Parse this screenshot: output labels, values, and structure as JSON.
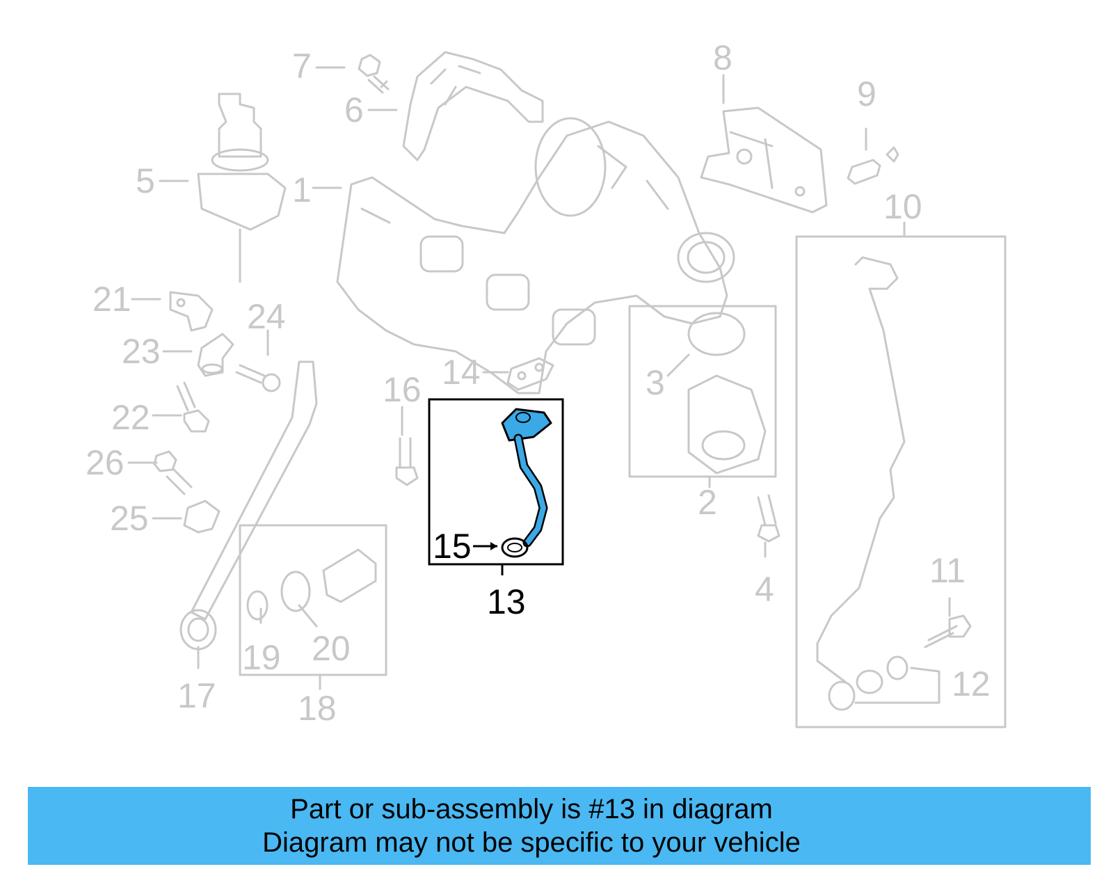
{
  "diagram": {
    "highlight_part": "13",
    "colors": {
      "ghost": "#c8c8c8",
      "highlight": "#3aa9e6",
      "line": "#000000"
    },
    "callouts": [
      "1",
      "2",
      "3",
      "4",
      "5",
      "6",
      "7",
      "8",
      "9",
      "10",
      "11",
      "12",
      "13",
      "14",
      "15",
      "16",
      "17",
      "18",
      "19",
      "20",
      "21",
      "22",
      "23",
      "24",
      "25",
      "26"
    ]
  },
  "banner": {
    "line1": "Part or sub-assembly is #13 in diagram",
    "line2": "Diagram may not be specific to your vehicle",
    "color": "#4ab8f2"
  }
}
